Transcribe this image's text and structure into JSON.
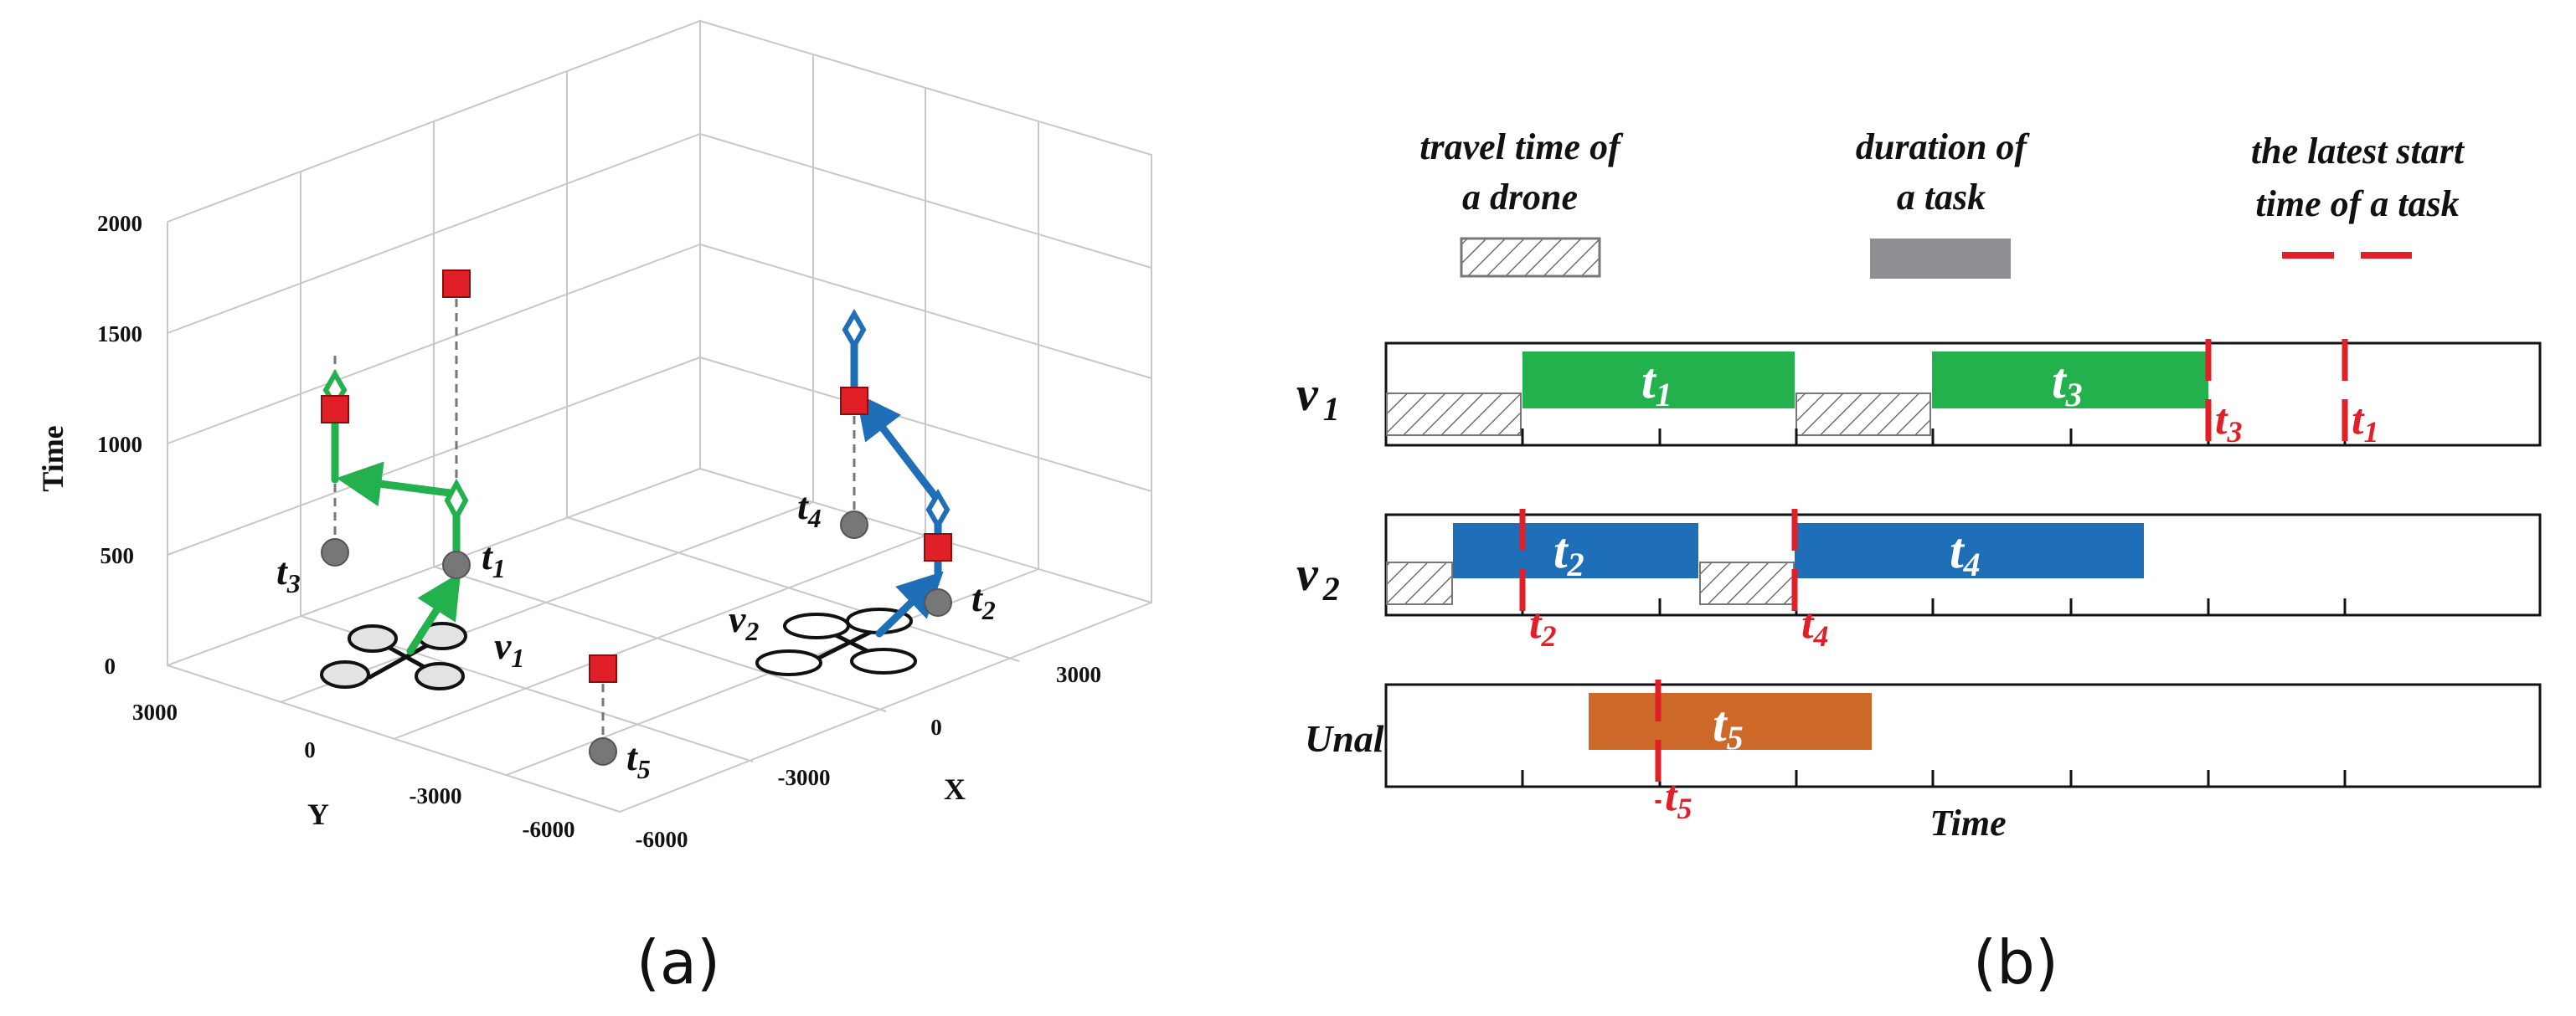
{
  "panel_a": {
    "caption": "(a)",
    "axis_labels": {
      "x": "X",
      "y": "Y",
      "z": "Time"
    },
    "z_ticks": [
      "0",
      "500",
      "1000",
      "1500",
      "2000"
    ],
    "y_ticks": [
      "3000",
      "0",
      "-3000",
      "-6000"
    ],
    "x_ticks": [
      "-6000",
      "-3000",
      "0",
      "3000"
    ],
    "drones": [
      {
        "label": "v",
        "sub": "1",
        "color": "#22b14c"
      },
      {
        "label": "v",
        "sub": "2",
        "color": "#1f6fb8"
      }
    ],
    "tasks": [
      {
        "label": "t",
        "sub": "1"
      },
      {
        "label": "t",
        "sub": "2"
      },
      {
        "label": "t",
        "sub": "3"
      },
      {
        "label": "t",
        "sub": "4"
      },
      {
        "label": "t",
        "sub": "5"
      }
    ],
    "colors": {
      "window_marker": "#e11f26",
      "task_point": "#777777",
      "v1_path": "#22b14c",
      "v2_path": "#1f6fb8"
    }
  },
  "panel_b": {
    "caption": "(b)",
    "legend": {
      "travel": {
        "line1": "travel time of",
        "line2": "a drone"
      },
      "duration": {
        "line1": "duration of",
        "line2": "a task"
      },
      "latest": {
        "line1": "the latest start",
        "line2": "time of a task"
      }
    },
    "rows": [
      {
        "label": "v",
        "sub": "1"
      },
      {
        "label": "v",
        "sub": "2"
      },
      {
        "label": "Unallocated",
        "sub": ""
      }
    ],
    "x_label": "Time",
    "tasks": {
      "t1": {
        "label": "t",
        "sub": "1",
        "color": "#22b14c"
      },
      "t2": {
        "label": "t",
        "sub": "2",
        "color": "#1f6fb8"
      },
      "t3": {
        "label": "t",
        "sub": "3",
        "color": "#22b14c"
      },
      "t4": {
        "label": "t",
        "sub": "4",
        "color": "#1f6fb8"
      },
      "t5": {
        "label": "t",
        "sub": "5",
        "color": "#cd6828"
      }
    },
    "deadline_color": "#e11f26"
  }
}
